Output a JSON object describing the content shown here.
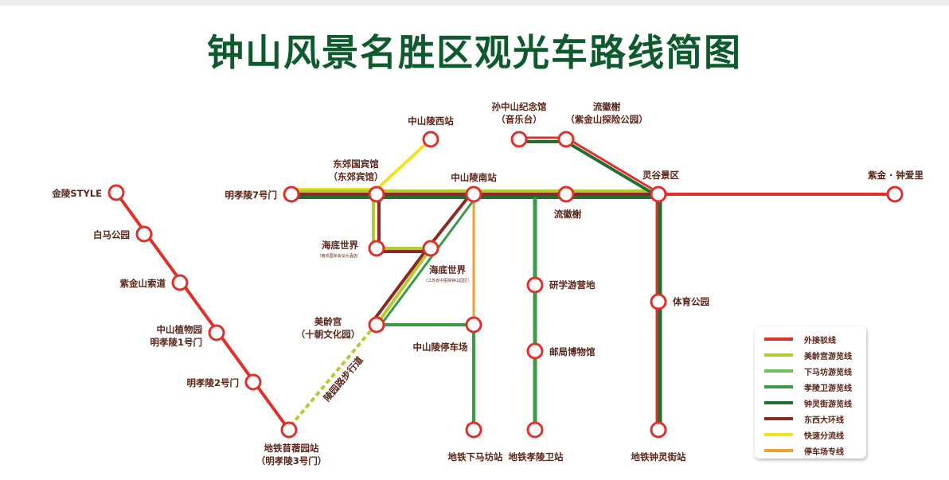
{
  "title": "钟山风景名胜区观光车路线简图",
  "walkway_label": "陵园路步行道",
  "colors": {
    "red": "#e0302a",
    "yellowgreen": "#b5cc2e",
    "lightgreen": "#6dbf5a",
    "green": "#3a9a45",
    "darkgreen": "#1f6e33",
    "darkred": "#8b2a22",
    "yellow": "#f0e420",
    "orange": "#f0a030",
    "text": "#5a2418",
    "title": "#0d5a2c"
  },
  "stations": [
    {
      "name": "金陵STYLE"
    },
    {
      "name": "白马公园"
    },
    {
      "name": "紫金山索道"
    },
    {
      "name": "中山植物园",
      "sub": "明孝陵1号门"
    },
    {
      "name": "明孝陵2号门"
    },
    {
      "name": "地铁苜蓿园站",
      "sub": "（明孝陵3号门）"
    },
    {
      "name": "明孝陵7号门"
    },
    {
      "name": "东郊国宾馆",
      "sub": "（东郊宾馆）"
    },
    {
      "name": "中山陵西站"
    },
    {
      "name": "中山陵南站"
    },
    {
      "name": "流徽榭"
    },
    {
      "name": "孙中山纪念馆",
      "sub": "（音乐台）"
    },
    {
      "name": "流徽榭",
      "sub": "（紫金山探险公园）"
    },
    {
      "name": "灵谷景区"
    },
    {
      "name": "紫金 · 钟爱里"
    },
    {
      "name": "海底世界",
      "small": "（南京国际会议大酒店）"
    },
    {
      "name": "海底世界",
      "small": "（江苏省中医院钟山园区）"
    },
    {
      "name": "美龄宫",
      "sub": "（十朝文化园）"
    },
    {
      "name": "中山陵停车场"
    },
    {
      "name": "研学游营地"
    },
    {
      "name": "邮局博物馆"
    },
    {
      "name": "体育公园"
    },
    {
      "name": "地铁下马坊站"
    },
    {
      "name": "地铁孝陵卫站"
    },
    {
      "name": "地铁钟灵街站"
    }
  ],
  "legend": [
    {
      "label": "外接驳线",
      "color": "#e0302a"
    },
    {
      "label": "美龄宫游览线",
      "color": "#b5cc2e"
    },
    {
      "label": "下马坊游览线",
      "color": "#6dbf5a"
    },
    {
      "label": "孝陵卫游览线",
      "color": "#3a9a45"
    },
    {
      "label": "钟灵街游览线",
      "color": "#1f6e33"
    },
    {
      "label": "东西大环线",
      "color": "#8b2a22"
    },
    {
      "label": "快速分流线",
      "color": "#f0e420"
    },
    {
      "label": "停车场专线",
      "color": "#f0a030"
    }
  ]
}
